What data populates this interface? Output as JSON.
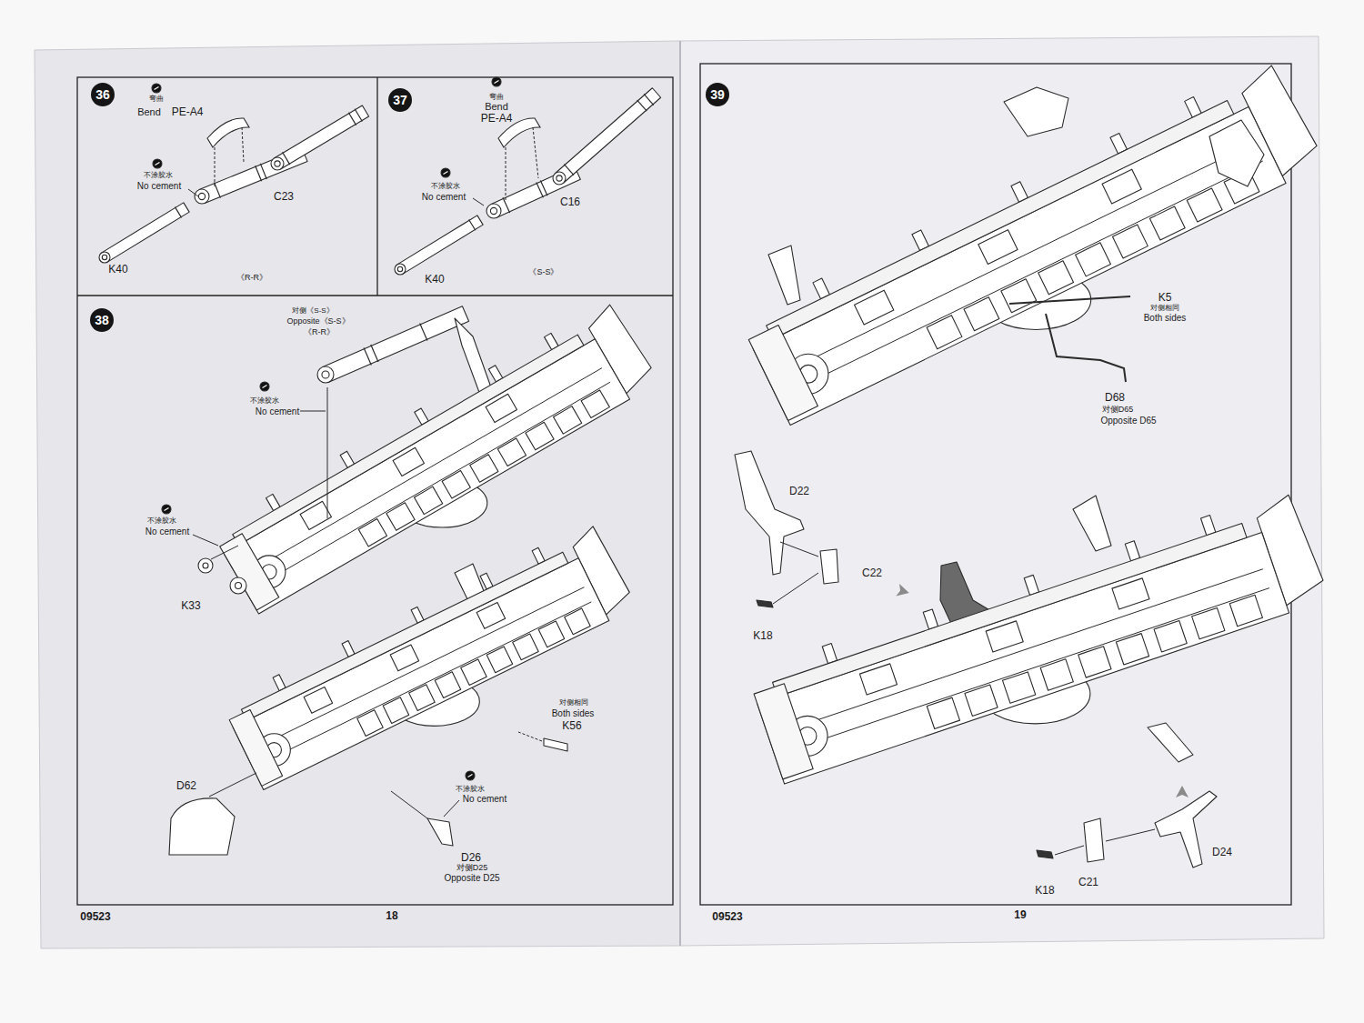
{
  "diagram": {
    "nodes": [
      {
        "text": [
          "36"
        ]
      },
      {
        "text": [
          "37"
        ]
      },
      {
        "text": [
          "38"
        ]
      },
      {
        "text": [
          "39"
        ]
      }
    ],
    "labels": [
      "弯曲",
      "Bend",
      "PE-A4",
      "不涂胶水",
      "No cement",
      "C23",
      "K40",
      "《R-R》",
      "弯曲",
      "Bend",
      "PE-A4",
      "不涂胶水",
      "No cement",
      "C16",
      "K40",
      "《S-S》",
      "对侧《S-S》",
      "Opposite《S-S》",
      "《R-R》",
      "不涂胶水",
      "No cement",
      "不涂胶水",
      "No cement",
      "K33",
      "对侧相同",
      "Both sides",
      "K56",
      "D62",
      "不涂胶水",
      "No cement",
      "D26",
      "对侧D25",
      "Opposite D25",
      "09523",
      "18",
      "K5",
      "对侧相同",
      "Both sides",
      "D68",
      "对侧D65",
      "Opposite D65",
      "D22",
      "C22",
      "K18",
      "D24",
      "C21",
      "K18",
      "09523",
      "19"
    ]
  }
}
